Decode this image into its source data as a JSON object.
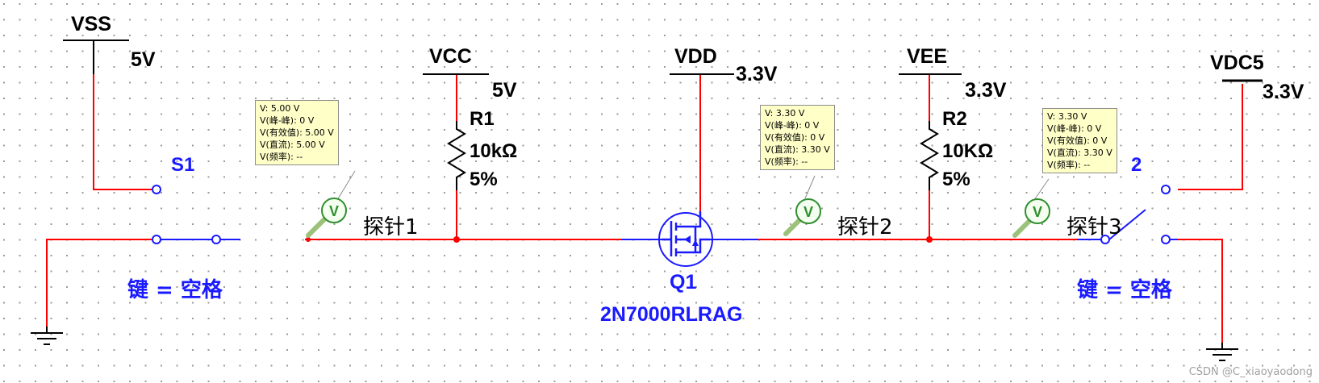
{
  "sources": [
    {
      "name": "VSS",
      "value": "5V"
    },
    {
      "name": "VCC",
      "value": "5V"
    },
    {
      "name": "VDD",
      "value": "3.3V"
    },
    {
      "name": "VEE",
      "value": "3.3V"
    },
    {
      "name": "VDC5",
      "value": "3.3V"
    }
  ],
  "resistors": [
    {
      "ref": "R1",
      "value": "10kΩ",
      "tol": "5%"
    },
    {
      "ref": "R2",
      "value": "10KΩ",
      "tol": "5%"
    }
  ],
  "switches": [
    {
      "ref": "S1",
      "key": "键 = 空格"
    },
    {
      "ref": "2",
      "key": "键 = 空格"
    }
  ],
  "transistor": {
    "ref": "Q1",
    "part": "2N7000RLRAG"
  },
  "probes": [
    {
      "name": "探针1",
      "lines": [
        "V: 5.00 V",
        "V(峰-峰): 0 V",
        "V(有效值): 5.00 V",
        "V(直流): 5.00 V",
        "V(频率): --"
      ]
    },
    {
      "name": "探针2",
      "lines": [
        "V: 3.30 V",
        "V(峰-峰): 0 V",
        "V(有效值): 0 V",
        "V(直流): 3.30 V",
        "V(频率): --"
      ]
    },
    {
      "name": "探针3",
      "lines": [
        "V: 3.30 V",
        "V(峰-峰): 0 V",
        "V(有效值): 0 V",
        "V(直流): 3.30 V",
        "V(频率): --"
      ]
    }
  ],
  "probe_icon": "V",
  "watermark": "CSDN @C_xiaoyaodong",
  "colors": {
    "wire_red": "#ff0000",
    "wire_blue": "#1a1aff",
    "tooltip_bg": "#ffffc8",
    "grid": "#9a9a9a"
  }
}
